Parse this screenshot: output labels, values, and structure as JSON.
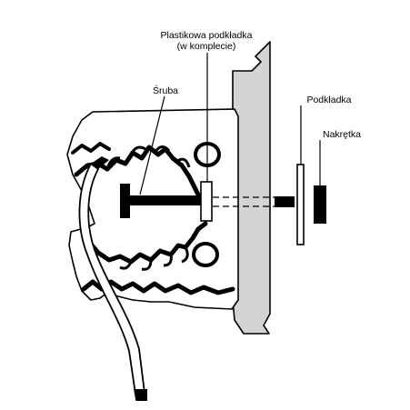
{
  "labels": {
    "plastic_washer_line1": "Plastikowa podkładka",
    "plastic_washer_line2": "(w komplecie)",
    "screw": "Śruba",
    "washer": "Podkładka",
    "nut": "Nakrętka"
  },
  "colors": {
    "ink": "#000000",
    "panel": "#d4d4d4",
    "paper": "#ffffff"
  }
}
